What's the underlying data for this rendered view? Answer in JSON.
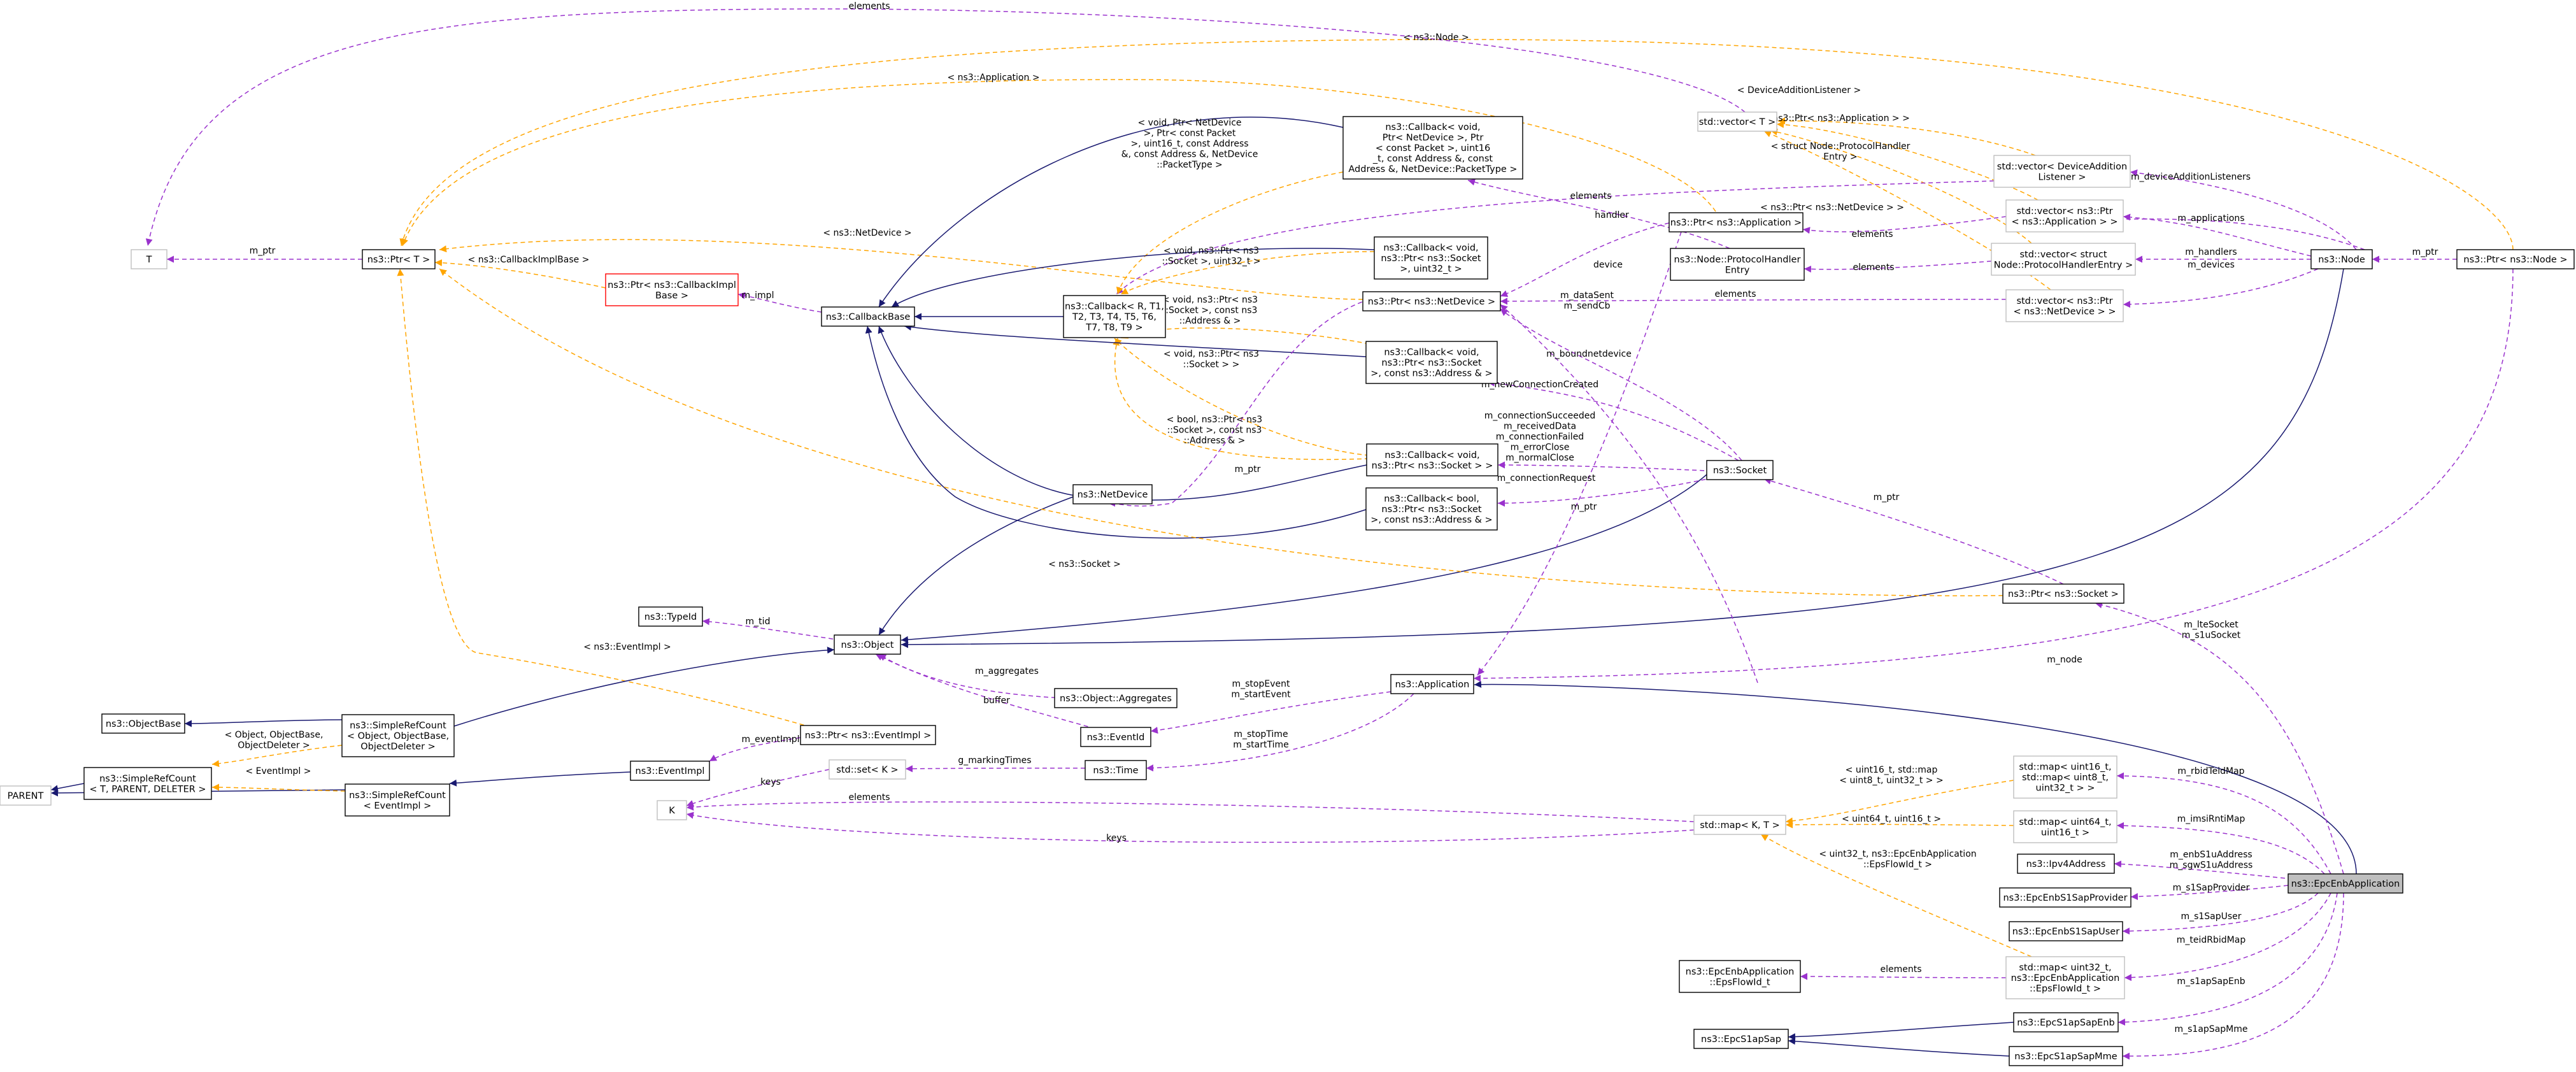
{
  "colors": {
    "inheritance": "#191970",
    "usage": "#9a32cd",
    "template": "#ffa500",
    "undocumented_border": "#bfbfbf",
    "truncated_border": "#ff0000",
    "focus_fill": "#bfbfbf"
  },
  "nodes": {
    "n_T": [
      "T"
    ],
    "n_PtrT": [
      "ns3::Ptr< T >"
    ],
    "n_PtrCbImpl": [
      "ns3::Ptr< ns3::CallbackImpl",
      "Base >"
    ],
    "n_CallbackBase": [
      "ns3::CallbackBase"
    ],
    "n_CbR": [
      "ns3::Callback< R, T1,",
      "T2, T3, T4, T5, T6,",
      "T7, T8, T9 >"
    ],
    "n_CbNetDev": [
      "ns3::Callback< void,",
      "Ptr< NetDevice >, Ptr",
      "< const Packet >, uint16",
      "_t, const Address &, const",
      "Address &, NetDevice::PacketType >"
    ],
    "n_CbVoidSockU32": [
      "ns3::Callback< void,",
      "ns3::Ptr< ns3::Socket",
      ">, uint32_t >"
    ],
    "n_PtrNetDevice": [
      "ns3::Ptr< ns3::NetDevice >"
    ],
    "n_CbVoidSockAddr": [
      "ns3::Callback< void,",
      "ns3::Ptr< ns3::Socket",
      ">, const ns3::Address & >"
    ],
    "n_CbVoidSock": [
      "ns3::Callback< void,",
      "ns3::Ptr< ns3::Socket > >"
    ],
    "n_CbBoolSockAddr": [
      "ns3::Callback< bool,",
      "ns3::Ptr< ns3::Socket",
      ">, const ns3::Address & >"
    ],
    "n_NetDevice": [
      "ns3::NetDevice"
    ],
    "n_TypeId": [
      "ns3::TypeId"
    ],
    "n_Object": [
      "ns3::Object"
    ],
    "n_ObjectAggregates": [
      "ns3::Object::Aggregates"
    ],
    "n_ObjectBase": [
      "ns3::ObjectBase"
    ],
    "n_SRCObject": [
      "ns3::SimpleRefCount",
      "< Object, ObjectBase,",
      "ObjectDeleter >"
    ],
    "n_SRCTemplate": [
      "ns3::SimpleRefCount",
      "< T, PARENT, DELETER >"
    ],
    "n_PARENT": [
      "PARENT"
    ],
    "n_SRCEvent": [
      "ns3::SimpleRefCount",
      "< EventImpl >"
    ],
    "n_EventImpl": [
      "ns3::EventImpl"
    ],
    "n_PtrEventImpl": [
      "ns3::Ptr< ns3::EventImpl >"
    ],
    "n_EventId": [
      "ns3::EventId"
    ],
    "n_Time": [
      "ns3::Time"
    ],
    "n_SetK": [
      "std::set< K >"
    ],
    "n_K": [
      "K"
    ],
    "n_Application": [
      "ns3::Application"
    ],
    "n_Socket": [
      "ns3::Socket"
    ],
    "n_PtrSocket": [
      "ns3::Ptr< ns3::Socket >"
    ],
    "n_PtrApplication": [
      "ns3::Ptr< ns3::Application >"
    ],
    "n_ProtocolHandler": [
      "ns3::Node::ProtocolHandler",
      "Entry"
    ],
    "n_VectorT": [
      "std::vector< T >"
    ],
    "n_VecDevAdd": [
      "std::vector< DeviceAddition",
      "Listener >"
    ],
    "n_VecPtrApp": [
      "std::vector< ns3::Ptr",
      "< ns3::Application > >"
    ],
    "n_VecProto": [
      "std::vector< struct",
      "Node::ProtocolHandlerEntry >"
    ],
    "n_VecPtrNetDev": [
      "std::vector< ns3::Ptr",
      "< ns3::NetDevice > >"
    ],
    "n_Node": [
      "ns3::Node"
    ],
    "n_PtrNode": [
      "ns3::Ptr< ns3::Node >"
    ],
    "n_MapKT": [
      "std::map< K, T >"
    ],
    "n_MapU16": [
      "std::map< uint16_t,",
      "std::map< uint8_t,",
      "uint32_t > >"
    ],
    "n_MapU64": [
      "std::map< uint64_t,",
      "uint16_t >"
    ],
    "n_Ipv4Address": [
      "ns3::Ipv4Address"
    ],
    "n_EpcEnbS1SapProvider": [
      "ns3::EpcEnbS1SapProvider"
    ],
    "n_EpcEnbS1SapUser": [
      "ns3::EpcEnbS1SapUser"
    ],
    "n_MapU32Flow": [
      "std::map< uint32_t,",
      "ns3::EpcEnbApplication",
      "::EpsFlowId_t >"
    ],
    "n_EpsFlowId": [
      "ns3::EpcEnbApplication",
      "::EpsFlowId_t"
    ],
    "n_EpcS1apSap": [
      "ns3::EpcS1apSap"
    ],
    "n_EpcS1apSapEnb": [
      "ns3::EpcS1apSapEnb"
    ],
    "n_EpcS1apSapMme": [
      "ns3::EpcS1apSapMme"
    ],
    "n_EpcEnbApplication": [
      "ns3::EpcEnbApplication"
    ]
  },
  "edge_labels": {
    "l_elements_top": [
      "elements"
    ],
    "l_node_top": [
      "< ns3::Node >"
    ],
    "l_application_top": [
      "< ns3::Application >"
    ],
    "l_devaddlistener": [
      "< DeviceAdditionListener >"
    ],
    "l_ptrapp_vec": [
      "< ns3::Ptr< ns3::Application > >"
    ],
    "l_struct_proto": [
      "< struct Node::ProtocolHandler",
      "Entry >"
    ],
    "l_ptrnetdev_vec": [
      "< ns3::Ptr< ns3::NetDevice > >"
    ],
    "l_cb_netdevice_tpl": [
      "< void, Ptr< NetDevice",
      ">, Ptr< const Packet",
      ">, uint16_t, const Address",
      "&, const Address &, NetDevice",
      "::PacketType >"
    ],
    "l_elements_vecdev": [
      "elements"
    ],
    "l_handler": [
      "handler"
    ],
    "l_netdevice_tpl": [
      "< ns3::NetDevice >"
    ],
    "l_cb_u32_tpl": [
      "< void, ns3::Ptr< ns3",
      "::Socket >, uint32_t >"
    ],
    "l_cb_addr_tpl": [
      "< void, ns3::Ptr< ns3",
      "::Socket >, const ns3",
      "::Address & >"
    ],
    "l_cb_sock_tpl": [
      "< void, ns3::Ptr< ns3",
      "::Socket > >"
    ],
    "l_cb_bool_tpl": [
      "< bool, ns3::Ptr< ns3",
      "::Socket >, const ns3",
      "::Address & >"
    ],
    "l_m_ptr_T": [
      "m_ptr"
    ],
    "l_cbimplbase": [
      "< ns3::CallbackImplBase >"
    ],
    "l_m_impl": [
      "m_impl"
    ],
    "l_device": [
      "device"
    ],
    "l_elements_app": [
      "elements"
    ],
    "l_elements_proto": [
      "elements"
    ],
    "l_elements_netdev": [
      "elements"
    ],
    "l_m_devaddlisteners": [
      "m_deviceAdditionListeners"
    ],
    "l_m_applications": [
      "m_applications"
    ],
    "l_m_handlers": [
      "m_handlers"
    ],
    "l_m_devices": [
      "m_devices"
    ],
    "l_m_ptr_node": [
      "m_ptr"
    ],
    "l_m_datasent": [
      "m_dataSent",
      "m_sendCb"
    ],
    "l_m_boundnetdevice": [
      "m_boundnetdevice"
    ],
    "l_m_newconn": [
      "m_newConnectionCreated"
    ],
    "l_m_connsucc": [
      "m_connectionSucceeded",
      "m_receivedData",
      "m_connectionFailed",
      "m_errorClose",
      "m_normalClose"
    ],
    "l_m_connreq": [
      "m_connectionRequest"
    ],
    "l_m_ptr_netdev": [
      "m_ptr"
    ],
    "l_m_ptr_app": [
      "m_ptr"
    ],
    "l_m_ptr_sock": [
      "m_ptr"
    ],
    "l_socket_tpl": [
      "< ns3::Socket >"
    ],
    "l_m_tid": [
      "m_tid"
    ],
    "l_eventimpl_tpl": [
      "< ns3::EventImpl >"
    ],
    "l_m_aggregates": [
      "m_aggregates"
    ],
    "l_buffer": [
      "buffer"
    ],
    "l_srcobject_tpl": [
      "< Object, ObjectBase,",
      "ObjectDeleter >"
    ],
    "l_srcevent_tpl": [
      "< EventImpl >"
    ],
    "l_m_eventimpl": [
      "m_eventImpl"
    ],
    "l_m_stopevent": [
      "m_stopEvent",
      "m_startEvent"
    ],
    "l_m_stoptime": [
      "m_stopTime",
      "m_startTime"
    ],
    "l_g_markingtimes": [
      "g_markingTimes"
    ],
    "l_keys_set": [
      "keys"
    ],
    "l_elements_map": [
      "elements"
    ],
    "l_keys_map": [
      "keys"
    ],
    "l_m_node": [
      "m_node"
    ],
    "l_m_ltesocket": [
      "m_lteSocket",
      "m_s1uSocket"
    ],
    "l_map_u16_tpl": [
      "< uint16_t, std::map",
      "< uint8_t, uint32_t > >"
    ],
    "l_map_u64_tpl": [
      "< uint64_t, uint16_t >"
    ],
    "l_map_u32_tpl": [
      "< uint32_t, ns3::EpcEnbApplication",
      "::EpsFlowId_t >"
    ],
    "l_m_rbidteidmap": [
      "m_rbidTeidMap"
    ],
    "l_m_imsirntimap": [
      "m_imsiRntiMap"
    ],
    "l_m_enbs1u": [
      "m_enbS1uAddress",
      "m_sgwS1uAddress"
    ],
    "l_m_s1sapprovider": [
      "m_s1SapProvider"
    ],
    "l_m_s1sapuser": [
      "m_s1SapUser"
    ],
    "l_m_teidrbidmap": [
      "m_teidRbidMap"
    ],
    "l_elements_flow": [
      "elements"
    ],
    "l_m_s1apsapenb": [
      "m_s1apSapEnb"
    ],
    "l_m_s1apsapmme": [
      "m_s1apSapMme"
    ]
  }
}
